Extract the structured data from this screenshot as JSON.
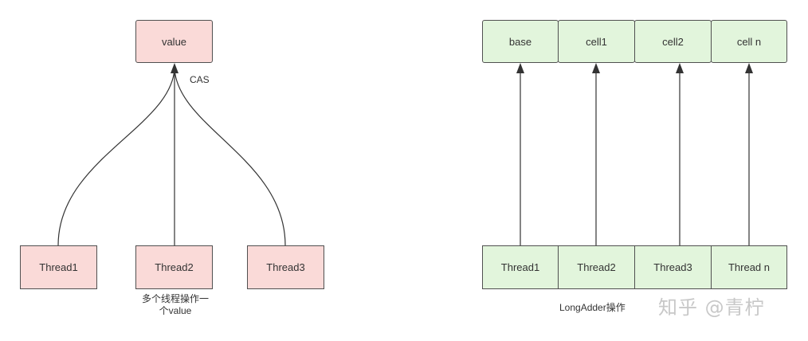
{
  "left": {
    "value_box": "value",
    "cas_label": "CAS",
    "threads": [
      "Thread1",
      "Thread2",
      "Thread3"
    ],
    "caption_line1": "多个线程操作一",
    "caption_line2": "个value"
  },
  "right": {
    "cells": [
      "base",
      "cell1",
      "cell2",
      "cell n"
    ],
    "threads": [
      "Thread1",
      "Thread2",
      "Thread3",
      "Thread n"
    ],
    "caption": "LongAdder操作"
  },
  "watermark": "知乎 @青柠",
  "colors": {
    "pink_fill": "#fadad8",
    "green_fill": "#e2f5dc",
    "stroke": "#505050"
  }
}
